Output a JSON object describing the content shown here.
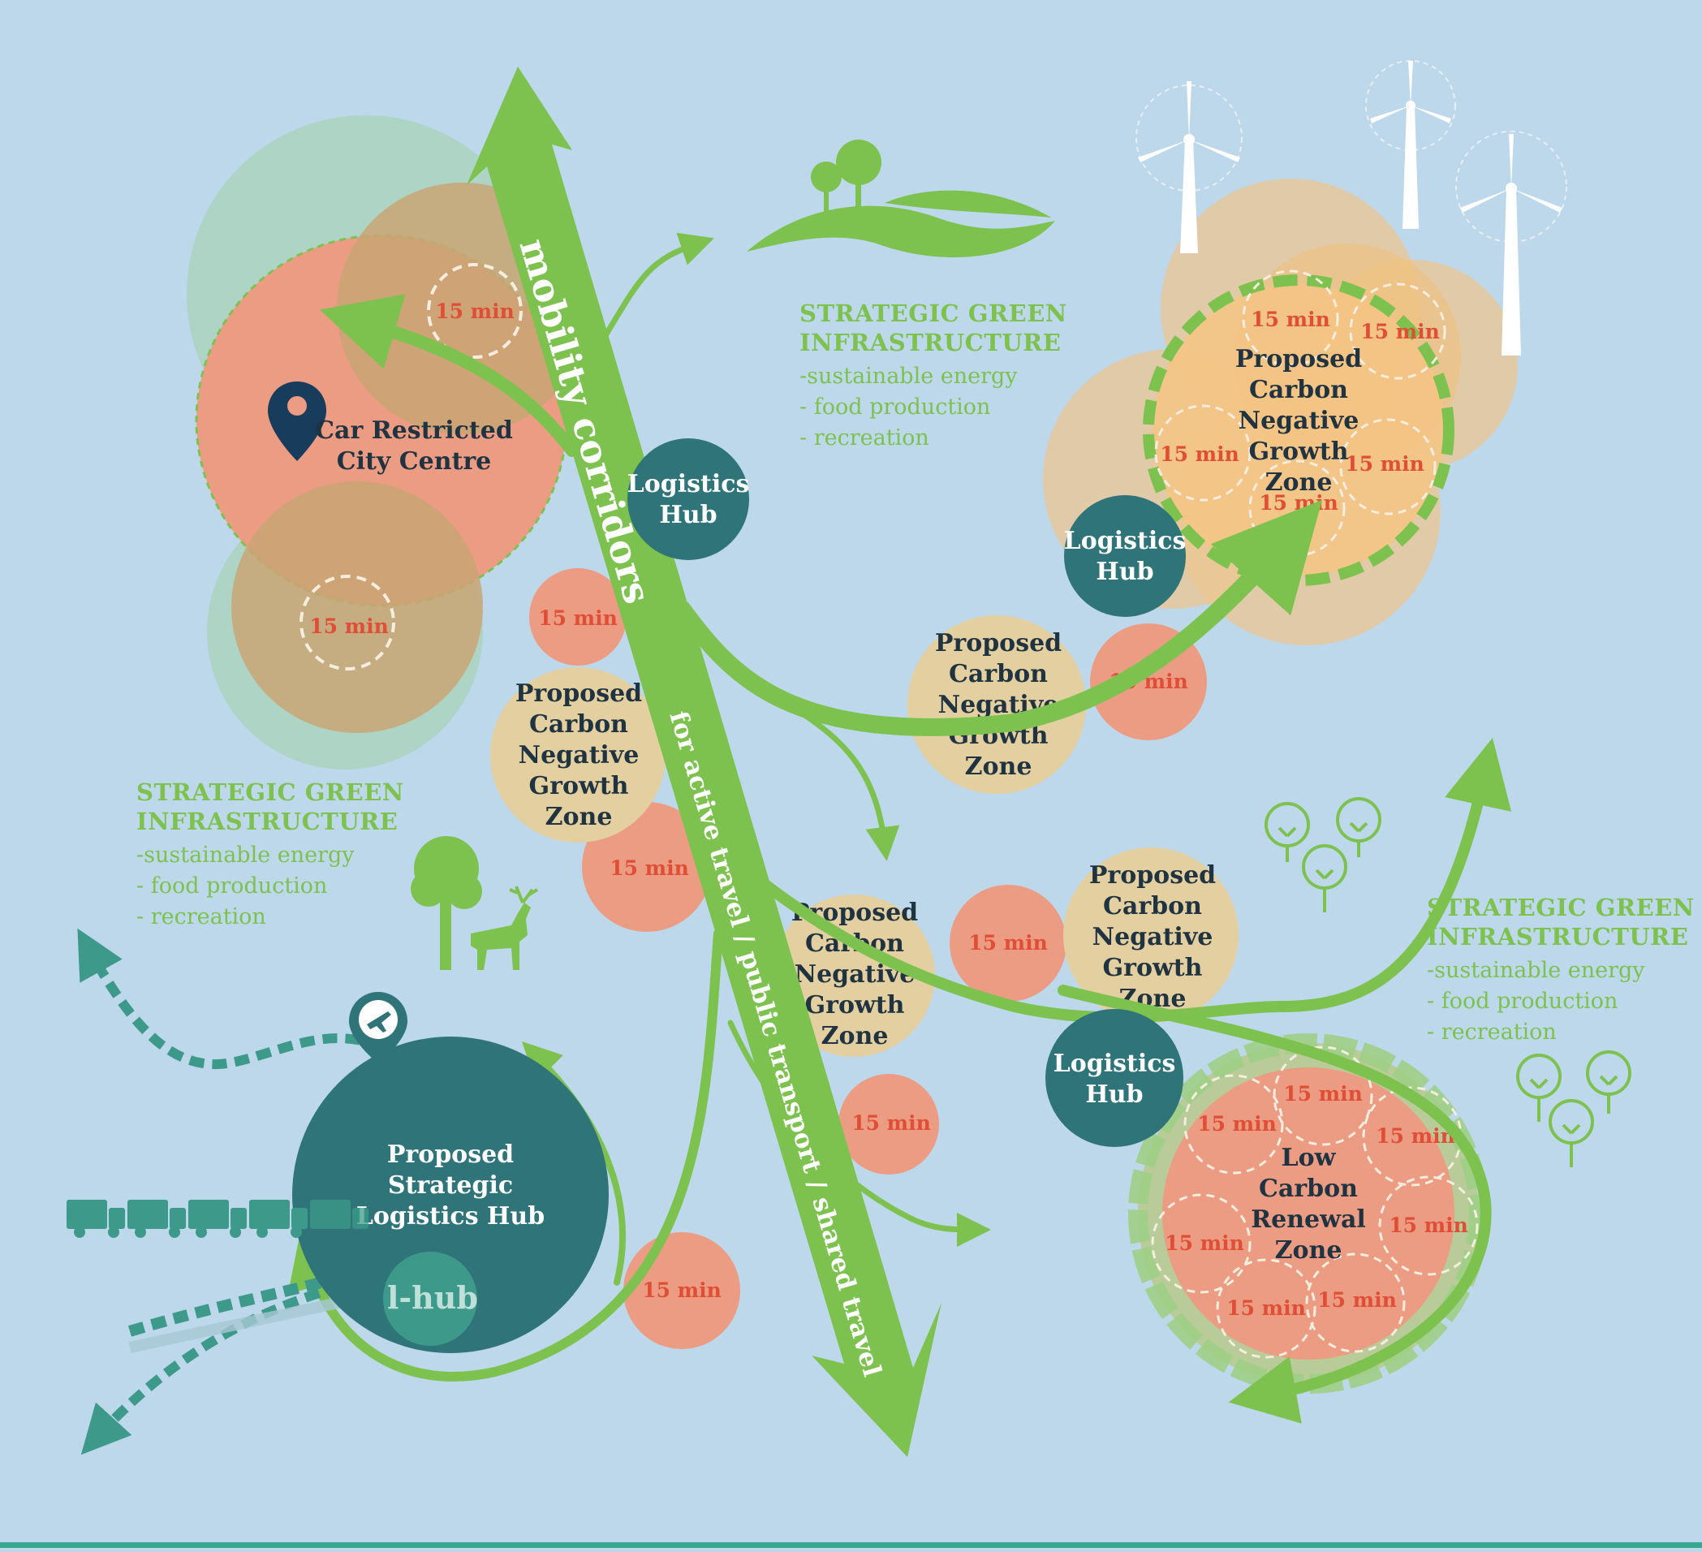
{
  "minute_label": "15 min",
  "city_centre": {
    "line1": "Car Restricted",
    "line2": "City Centre"
  },
  "logistics_hub": {
    "line1": "Logistics",
    "line2": "Hub"
  },
  "growth_zone": {
    "line1": "Proposed",
    "line2": "Carbon",
    "line3": "Negative",
    "line4": "Growth",
    "line5": "Zone"
  },
  "renewal_zone": {
    "line1": "Low",
    "line2": "Carbon",
    "line3": "Renewal",
    "line4": "Zone"
  },
  "strategic_hub": {
    "line1": "Proposed",
    "line2": "Strategic",
    "line3": "Logistics Hub",
    "badge": "l-hub"
  },
  "green_infrastructure": {
    "title1": "STRATEGIC GREEN",
    "title2": "INFRASTRUCTURE",
    "item1": "-sustainable energy",
    "item2": "- food production",
    "item3": "- recreation"
  },
  "mobility_corridor": {
    "title": "mobility corridors",
    "subtitle": "for active travel / public transport / shared travel"
  },
  "icons": [
    "map-pin-icon",
    "airplane-icon",
    "truck-icon",
    "wind-turbine-icon",
    "tree-icon",
    "deer-icon",
    "hills-icon"
  ],
  "colors": {
    "background": "#bcd8ea",
    "green": "#7dc24f",
    "teal": "#2e7479",
    "salmon": "#ec9c83",
    "sand": "#e3cfa0",
    "orange_text": "#e04e36"
  }
}
